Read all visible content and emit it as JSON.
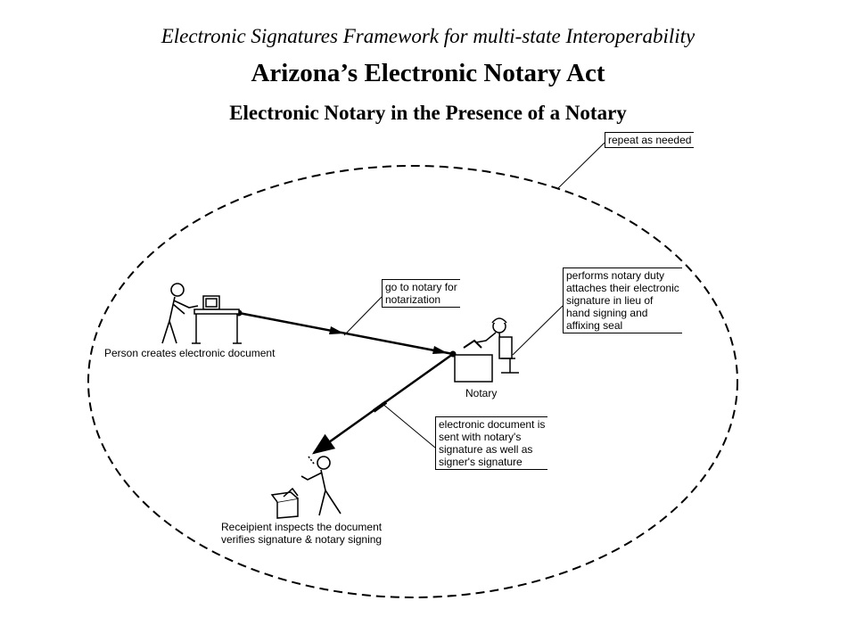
{
  "header": {
    "subtitle": "Electronic Signatures Framework for multi-state Interoperability",
    "title": "Arizona’s Electronic Notary Act",
    "heading": "Electronic Notary in the Presence of a Notary"
  },
  "diagram": {
    "cycle_note": "repeat as needed",
    "person_label": "Person creates electronic document",
    "notary_label": "Notary",
    "recipient_label": [
      "Receipient inspects the document",
      "verifies signature & notary signing"
    ],
    "go_to_notary_note": [
      "go to notary for",
      "notarization"
    ],
    "notary_duty_note": [
      "performs notary duty",
      "attaches their electronic",
      "signature in lieu of",
      "hand signing and",
      "affixing seal"
    ],
    "document_sent_note": [
      "electronic document is",
      "sent with notary's",
      "signature as well as",
      "signer's signature"
    ]
  }
}
